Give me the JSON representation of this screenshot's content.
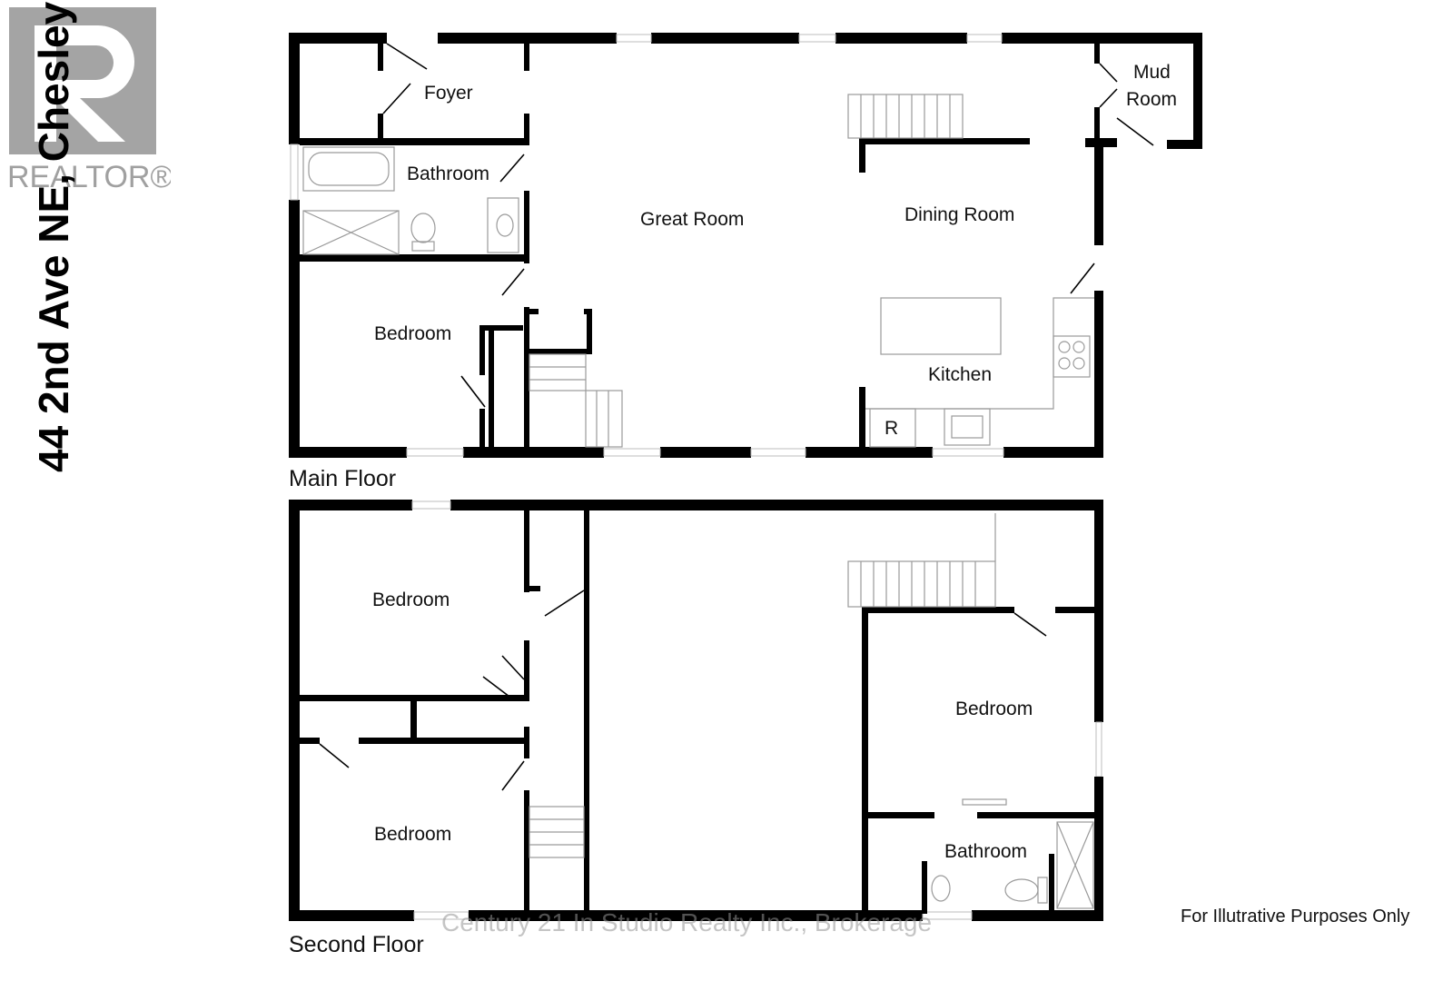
{
  "address": "44 2nd Ave NE, Chesley",
  "realtor_logo_text": "REALTOR®",
  "floors": {
    "main": {
      "label": "Main Floor",
      "rooms": {
        "foyer": "Foyer",
        "bathroom": "Bathroom",
        "great_room": "Great Room",
        "dining_room": "Dining Room",
        "mud_room_line1": "Mud",
        "mud_room_line2": "Room",
        "bedroom": "Bedroom",
        "kitchen": "Kitchen",
        "fridge": "R"
      }
    },
    "second": {
      "label": "Second Floor",
      "rooms": {
        "bedroom_top_left": "Bedroom",
        "bedroom_bottom_left": "Bedroom",
        "bedroom_right": "Bedroom",
        "bathroom": "Bathroom"
      }
    }
  },
  "watermark": "Century 21 In Studio Realty Inc., Brokerage",
  "disclaimer": "For Illutrative Purposes Only",
  "colors": {
    "wall": "#000000",
    "fixture": "#9a9a9a",
    "logo": "#a0a0a0"
  }
}
